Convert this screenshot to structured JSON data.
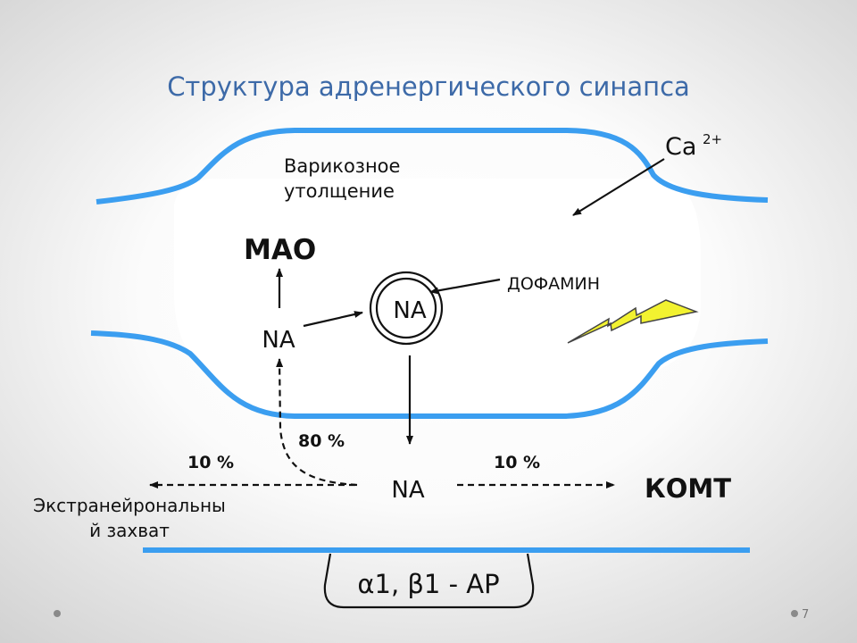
{
  "slide": {
    "title": "Структура  адренергического синапса",
    "page_number": "7"
  },
  "labels": {
    "ca": "Ca",
    "ca_superscript": "2+",
    "varicose_line1": "Варикозное",
    "varicose_line2": "утолщение",
    "mao": "МАО",
    "dopamine": "ДОФАМИН",
    "na_vesicle": "NA",
    "na_intra": "NA",
    "na_cleft": "NA",
    "pct_80": "80 %",
    "pct_10_left": "10 %",
    "pct_10_right": "10 %",
    "extraneuronal_line1": "Экстранейрональны",
    "extraneuronal_line2": "й захват",
    "komt": "КОМТ",
    "receptors": "α1, β1 - АР"
  },
  "colors": {
    "membrane": "#3b9ef0",
    "title": "#3d6aa8",
    "lightning": "#f2f230",
    "text": "#111111"
  }
}
